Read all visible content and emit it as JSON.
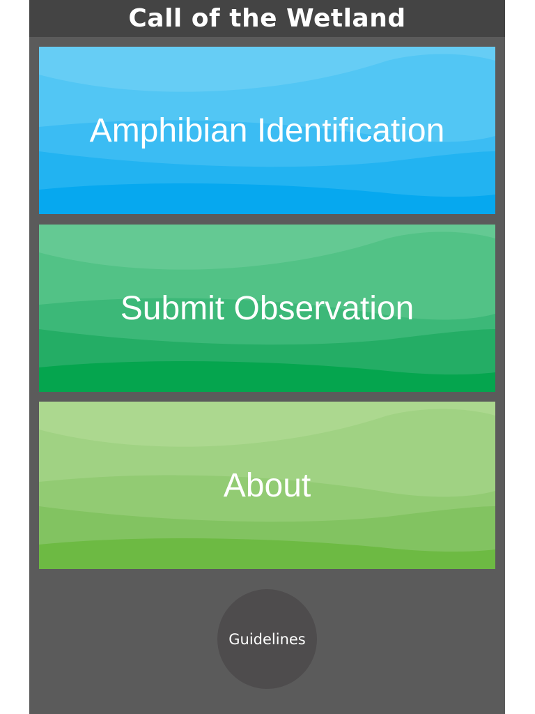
{
  "header": {
    "title": "Call of the Wetland"
  },
  "menu": [
    {
      "label": "Amphibian Identification",
      "colors": [
        "#66cdf5",
        "#52c6f4",
        "#3bbcf3",
        "#22b3f1",
        "#06a8ef"
      ]
    },
    {
      "label": "Submit Observation",
      "colors": [
        "#64c993",
        "#52c286",
        "#3cb878",
        "#24ad65",
        "#05a54e"
      ]
    },
    {
      "label": "About",
      "colors": [
        "#acd88f",
        "#a0d283",
        "#92cb73",
        "#82c361",
        "#6dba43"
      ]
    }
  ],
  "guidelines": {
    "label": "Guidelines"
  }
}
